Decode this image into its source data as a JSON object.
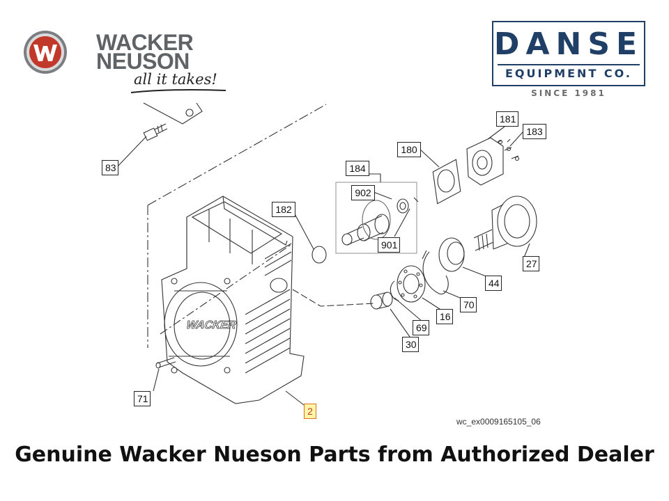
{
  "brand": {
    "line1": "WACKER",
    "line2": "NEUSON",
    "tagline": "all it takes!",
    "logo_color": "#c0392b"
  },
  "dealer": {
    "name": "DANSE",
    "subtitle": "EQUIPMENT CO.",
    "since": "SINCE 1981",
    "color": "#1f3f66"
  },
  "diagram": {
    "reference": "wc_ex0009165105_06",
    "highlight_color": "#fff6a8",
    "callouts": [
      "83",
      "181",
      "183",
      "180",
      "184",
      "902",
      "182",
      "901",
      "27",
      "44",
      "70",
      "16",
      "69",
      "30",
      "71",
      "2"
    ],
    "highlighted": "2"
  },
  "caption": "Genuine Wacker Nueson Parts from Authorized Dealer"
}
